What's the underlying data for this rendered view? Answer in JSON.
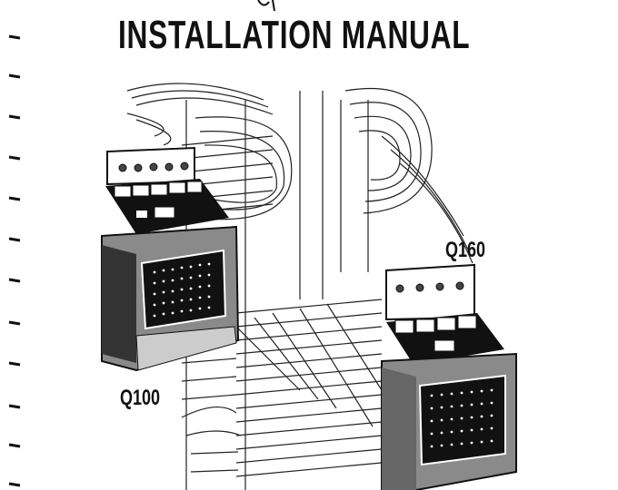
{
  "document": {
    "title": "INSTALLATION MANUAL",
    "models": {
      "left": "Q100",
      "right": "Q160"
    }
  },
  "icons": [
    "binding-tick-icon",
    "jukebox-illustration",
    "swirl-line-art"
  ],
  "colors": {
    "ink": "#111111",
    "paper": "#ffffff"
  }
}
